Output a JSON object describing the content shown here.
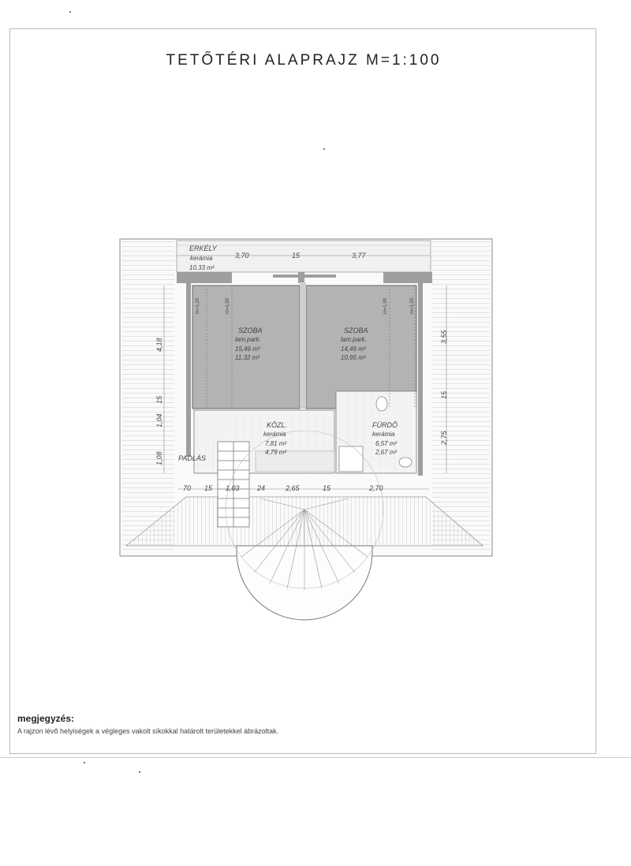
{
  "title": "TETŐTÉRI ALAPRAJZ M=1:100",
  "rooms": {
    "erkely": {
      "name": "ERKÉLY",
      "floor": "kerámia",
      "area": "10,33 m²"
    },
    "szoba_left": {
      "name": "SZOBA",
      "floor": "lam.park.",
      "area": "15,46 m²",
      "net_area": "11,32 m²"
    },
    "szoba_right": {
      "name": "SZOBA",
      "floor": "lam.park.",
      "area": "14,46 m²",
      "net_area": "10,95 m²"
    },
    "kozl": {
      "name": "KÖZL.",
      "floor": "kerámia",
      "area": "7,81 m²",
      "net_area": "4,79 m²"
    },
    "furdo": {
      "name": "FÜRDŐ",
      "floor": "kerámia",
      "area": "6,57 m²",
      "net_area": "2,67 m²"
    },
    "padlas": {
      "name": "PADLÁS"
    }
  },
  "heights": {
    "m120_left": "m=1,20",
    "m190_left": "m=1,90",
    "m190_right": "m=1,90",
    "m120_right": "m=1,20"
  },
  "dimensions": {
    "top": [
      "3,70",
      "15",
      "3,77"
    ],
    "bottom": [
      "70",
      "15",
      "1,03",
      "24",
      "2,65",
      "15",
      "2,70"
    ],
    "left": [
      "4,18",
      "15",
      "1,04",
      "1,08"
    ],
    "right": [
      "3,55",
      "15",
      "2,75"
    ]
  },
  "note": {
    "heading": "megjegyzés:",
    "text": "A rajzon lévő helyiségek a végleges vakolt síkokkal határolt területekkel ábrázoltak."
  }
}
